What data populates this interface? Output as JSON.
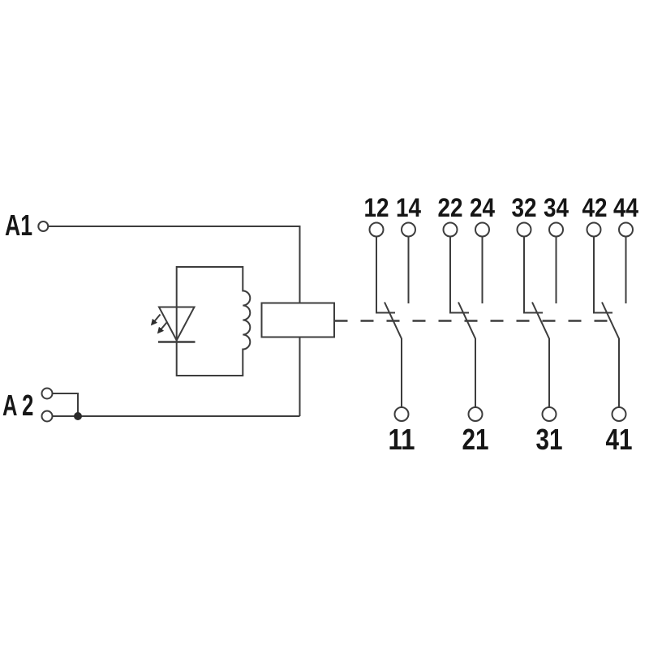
{
  "coil_section": {
    "a1_label": "A1",
    "a2_label": "A2"
  },
  "contact_section": {
    "groups": [
      {
        "nc": "12",
        "no": "14",
        "common": "11"
      },
      {
        "nc": "22",
        "no": "24",
        "common": "21"
      },
      {
        "nc": "32",
        "no": "34",
        "common": "31"
      },
      {
        "nc": "42",
        "no": "44",
        "common": "41"
      }
    ]
  },
  "symbols": {
    "led": "led-symbol",
    "coil_winding": "coil-winding-symbol",
    "relay_coil": "relay-coil-box-symbol",
    "mechanical_link": "dashed-mechanical-link"
  },
  "colors": {
    "background": "#ffffff",
    "line": "#3d3d3d",
    "text": "#161616"
  }
}
